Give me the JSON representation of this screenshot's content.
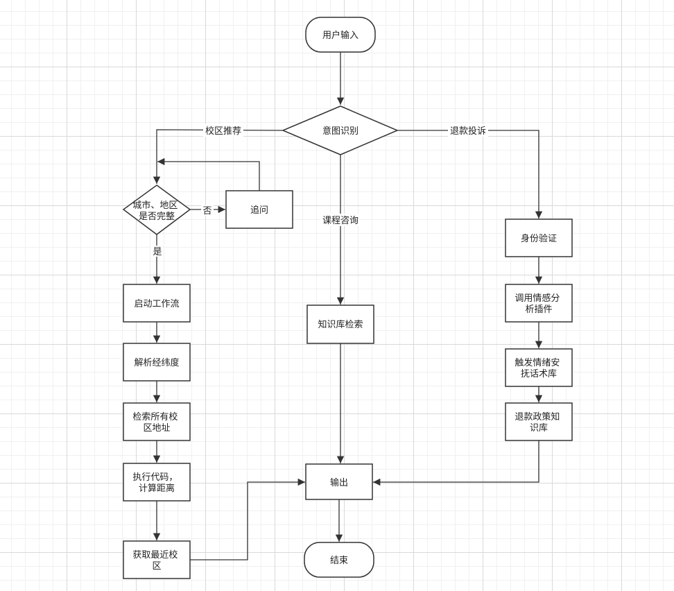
{
  "nodes": {
    "user_input": "用户输入",
    "intent": "意图识别",
    "city_check": [
      "城市、地区",
      "是否完整"
    ],
    "ask_again": "追问",
    "start_workflow": "启动工作流",
    "parse_coords": "解析经纬度",
    "search_campus": [
      "检索所有校",
      "区地址"
    ],
    "run_code": [
      "执行代码，",
      "计算距离"
    ],
    "nearest_campus": [
      "获取最近校",
      "区"
    ],
    "kb_search": "知识库检索",
    "output": "输出",
    "end": "结束",
    "identity": "身份验证",
    "emotion_plugin": [
      "调用情感分",
      "析插件"
    ],
    "soothe_lib": [
      "触发情绪安",
      "抚话术库"
    ],
    "refund_kb": [
      "退款政策知",
      "识库"
    ]
  },
  "edges": {
    "campus_recommend": "校区推荐",
    "course_consult": "课程咨询",
    "refund_complaint": "退款投诉",
    "no": "否",
    "yes": "是"
  },
  "colors": {
    "stroke": "#333333",
    "fill": "#ffffff",
    "text": "#222222"
  }
}
